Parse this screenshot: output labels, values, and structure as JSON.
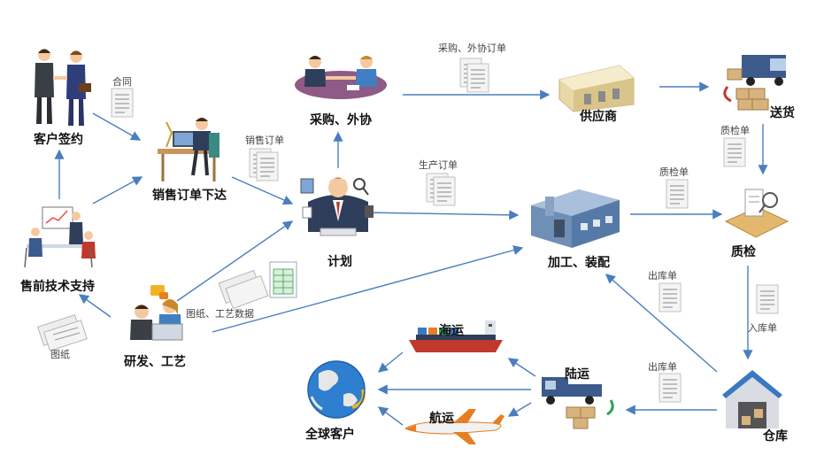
{
  "nodes": {
    "customer_sign": "客户签约",
    "presales": "售前技术支持",
    "sales_order": "销售订单下达",
    "procurement": "采购、外协",
    "supplier": "供应商",
    "delivery": "送货",
    "plan": "计划",
    "rnd": "研发、工艺",
    "processing": "加工、装配",
    "qc": "质检",
    "warehouse": "仓库",
    "land": "陆运",
    "sea": "海运",
    "air": "航运",
    "global_customer": "全球客户"
  },
  "documents": {
    "contract": "合同",
    "sales_order_doc": "销售订单",
    "purchase_order": "采购、外协订单",
    "production_order": "生产订单",
    "qc_doc_top": "质检单",
    "qc_doc_mid": "质检单",
    "drawings_data": "图纸、工艺数据",
    "drawings": "图纸",
    "outbound_upper": "出库单",
    "inbound": "入库单",
    "outbound_lower": "出库单"
  },
  "colors": {
    "arrow": "#4a7ebf",
    "paper": "#f4f4f4",
    "paper_line": "#9a9a9a",
    "skin": "#f5c9a0",
    "suit_dark": "#2f3e5a",
    "wood": "#c8955c",
    "truck": "#3d5a8c",
    "box": "#d9b37e",
    "building": "#e8d8a8",
    "factory": "#6f8fb6",
    "roof_blue": "#3a78c2",
    "ship": "#c0392b",
    "plane": "#e67e22",
    "globe": "#2f7fd0",
    "land_green": "#e7e7e7"
  }
}
